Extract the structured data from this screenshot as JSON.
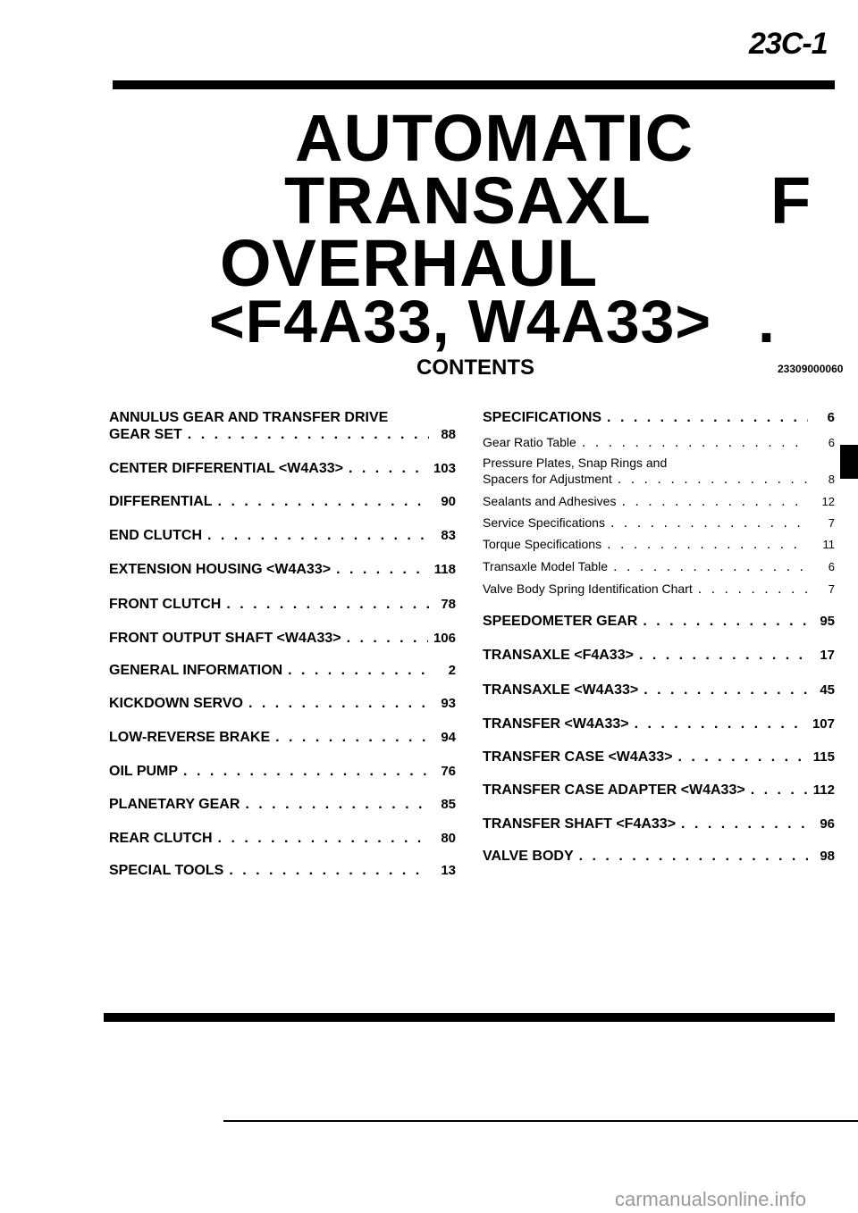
{
  "header": {
    "page_number": "23C-1"
  },
  "title": {
    "line1": "AUTOMATIC",
    "line2": "TRANSAXL",
    "line2_suffix": "F",
    "line3": "OVERHAUL",
    "line4": "<F4A33, W4A33>",
    "line4_suffix": "."
  },
  "contents": {
    "heading": "CONTENTS",
    "doc_code": "23309000060"
  },
  "toc_left": [
    {
      "label": "ANNULUS GEAR AND TRANSFER DRIVE",
      "page": ""
    },
    {
      "label": "GEAR SET",
      "page": "88"
    },
    {
      "label": "CENTER DIFFERENTIAL <W4A33>",
      "page": "103"
    },
    {
      "label": "DIFFERENTIAL",
      "page": "90"
    },
    {
      "label": "END CLUTCH",
      "page": "83"
    },
    {
      "label": "EXTENSION HOUSING <W4A33>",
      "page": "118"
    },
    {
      "label": "FRONT CLUTCH",
      "page": "78"
    },
    {
      "label": "FRONT OUTPUT SHAFT <W4A33>",
      "page": "106"
    },
    {
      "label": "GENERAL INFORMATION",
      "page": "2"
    },
    {
      "label": "KICKDOWN SERVO",
      "page": "93"
    },
    {
      "label": "LOW-REVERSE BRAKE",
      "page": "94"
    },
    {
      "label": "OIL PUMP",
      "page": "76"
    },
    {
      "label": "PLANETARY GEAR",
      "page": "85"
    },
    {
      "label": "REAR CLUTCH",
      "page": "80"
    },
    {
      "label": "SPECIAL TOOLS",
      "page": "13"
    }
  ],
  "toc_right": [
    {
      "label": "SPECIFICATIONS",
      "page": "6",
      "sub": false
    },
    {
      "label": "Gear Ratio Table",
      "page": "6",
      "sub": true
    },
    {
      "label": "Pressure Plates, Snap Rings and",
      "page": "",
      "sub": true
    },
    {
      "label": "Spacers for Adjustment",
      "page": "8",
      "sub": true
    },
    {
      "label": "Sealants and Adhesives",
      "page": "12",
      "sub": true
    },
    {
      "label": "Service Specifications",
      "page": "7",
      "sub": true
    },
    {
      "label": "Torque Specifications",
      "page": "11",
      "sub": true
    },
    {
      "label": "Transaxle Model Table",
      "page": "6",
      "sub": true
    },
    {
      "label": "Valve Body Spring Identification Chart",
      "page": "7",
      "sub": true
    },
    {
      "label": "SPEEDOMETER GEAR",
      "page": "95",
      "sub": false
    },
    {
      "label": "TRANSAXLE <F4A33>",
      "page": "17",
      "sub": false
    },
    {
      "label": "TRANSAXLE <W4A33>",
      "page": "45",
      "sub": false
    },
    {
      "label": "TRANSFER <W4A33>",
      "page": "107",
      "sub": false
    },
    {
      "label": "TRANSFER CASE <W4A33>",
      "page": "115",
      "sub": false
    },
    {
      "label": "TRANSFER CASE ADAPTER <W4A33>",
      "page": "112",
      "sub": false
    },
    {
      "label": "TRANSFER SHAFT <F4A33>",
      "page": "96",
      "sub": false
    },
    {
      "label": "VALVE BODY",
      "page": "98",
      "sub": false
    }
  ],
  "footer": {
    "watermark": "carmanualsonline.info"
  }
}
